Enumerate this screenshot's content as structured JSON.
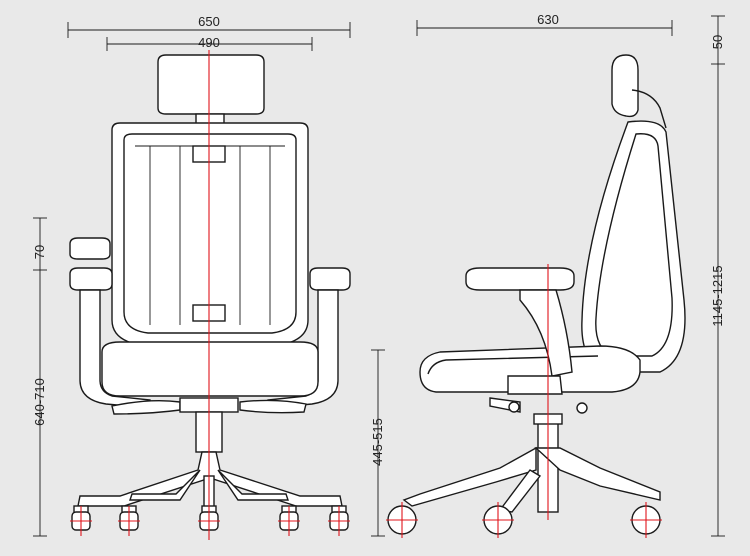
{
  "front_view": {
    "overall_width": "650",
    "back_width": "490",
    "armrest_adjust": "70",
    "armrest_height": "640-710",
    "colors": {
      "line": "#1a1a1a",
      "centerline": "#e0141b",
      "background": "#e9e9e9"
    }
  },
  "side_view": {
    "depth": "630",
    "headrest_adjust": "50",
    "overall_height": "1145-1215",
    "seat_height": "445-515"
  }
}
